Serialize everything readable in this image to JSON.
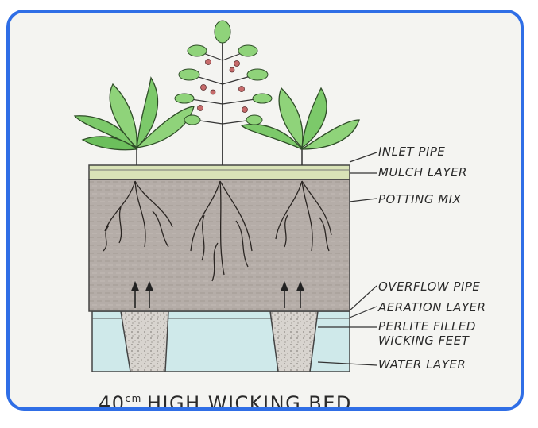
{
  "labels": {
    "inlet_pipe": "INLET PIPE",
    "mulch_layer": "MULCH LAYER",
    "potting_mix": "POTTING MIX",
    "overflow_pipe": "OVERFLOW PIPE",
    "aeration_layer": "AERATION LAYER",
    "perlite_line1": "PERLITE FILLED",
    "perlite_line2": "WICKING FEET",
    "water_layer": "WATER LAYER"
  },
  "title": {
    "height": "40",
    "unit": "cm",
    "text": "HIGH WICKING BED."
  },
  "colors": {
    "frame_border": "#2f6ee6",
    "potting_mix": "#b5ada8",
    "mulch": "#d9e3b7",
    "water": "#cfe9ea",
    "leaves": "#7cc96a",
    "perlite": "#d8d4cf"
  }
}
